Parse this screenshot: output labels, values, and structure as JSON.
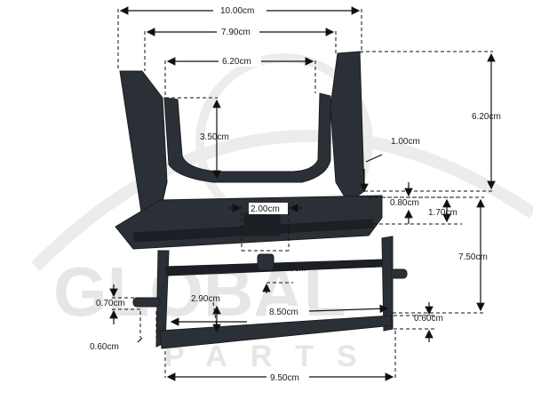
{
  "watermark": {
    "word_top": "GLOBAL",
    "word_bottom": "PARTS"
  },
  "dimensions": {
    "w_10_00": "10.00cm",
    "w_7_90": "7.90cm",
    "w_6_20": "6.20cm",
    "h_3_50": "3.50cm",
    "h_6_20": "6.20cm",
    "d_1_00": "1.00cm",
    "d_0_80": "0.80cm",
    "d_1_70": "1.70cm",
    "w_2_00": "2.00cm",
    "h_1_30": "1.30cm",
    "h_7_50": "7.50cm",
    "h_0_70": "0.70cm",
    "h_2_90": "2.90cm",
    "w_8_50": "8.50cm",
    "h_0_60_right": "0.60cm",
    "h_0_60_left": "0.60cm",
    "w_9_50": "9.50cm"
  },
  "colors": {
    "part": "#2b3036",
    "part_dark": "#1c2025",
    "dim_line": "#111111",
    "watermark": "#e6e6e6"
  }
}
